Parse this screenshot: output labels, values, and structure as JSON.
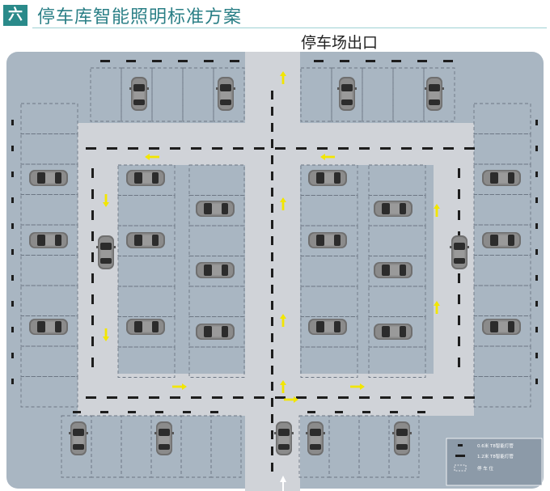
{
  "header": {
    "badge": "六",
    "title": "停车库智能照明标准方案"
  },
  "exit_label": "停车场出口",
  "legend": {
    "items": [
      "0.6米 T8智能灯管",
      "1.2米 T8智能灯管",
      "停 车 位"
    ]
  },
  "colors": {
    "header_teal": "#2a7f86",
    "floor": "#a9b6c2",
    "aisle": "#d0d3d8",
    "arrow": "#f2e600",
    "car": "#6f6f6f"
  }
}
